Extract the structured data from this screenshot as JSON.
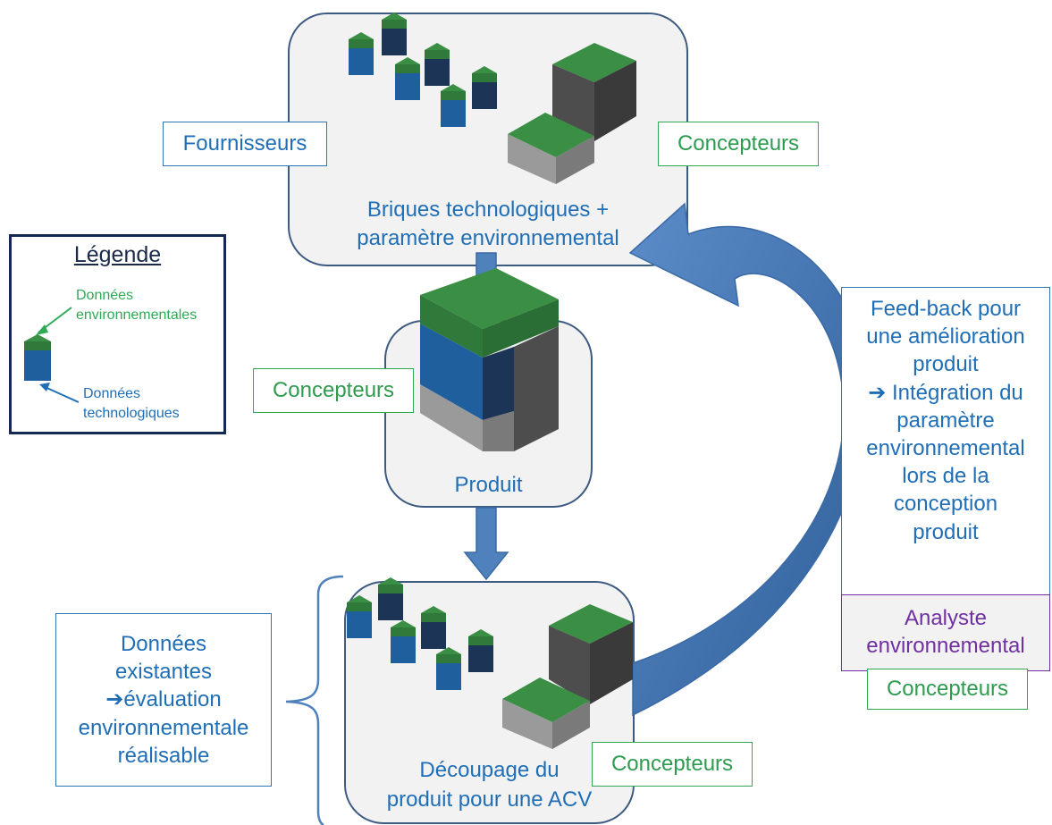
{
  "top_panel": {
    "fournisseurs": "Fournisseurs",
    "concepteurs": "Concepteurs",
    "caption_line1": "Briques technologiques +",
    "caption_line2": "paramètre environnemental"
  },
  "middle_panel": {
    "concepteurs": "Concepteurs",
    "caption": "Produit"
  },
  "bottom_panel": {
    "concepteurs": "Concepteurs",
    "caption_line1": "Découpage du",
    "caption_line2": "produit pour une ACV"
  },
  "existing_data_box": {
    "text": "Données\nexistantes\n➔évaluation\nenvironnementale\nréalisable"
  },
  "legend": {
    "title": "Légende",
    "env_label": "Données\nenvironnementales",
    "tech_label": "Données\ntechnologiques"
  },
  "feedback_box": {
    "text": "Feed-back pour\nune amélioration\nproduit\n➔ Intégration du\nparamètre\nenvironnemental\nlors de la\nconception\nproduit"
  },
  "analyst_box": {
    "text": "Analyste\nenvironnemental"
  },
  "right_concepteurs": {
    "label": "Concepteurs"
  },
  "colors": {
    "panel_fill": "#f2f2f2",
    "panel_border": "#3d5a80",
    "arrow_blue": "#4f81bd",
    "brick_green": "#3a8f45",
    "brick_blue": "#1f5f9e",
    "brick_navy": "#1c3557",
    "brick_dark_gray": "#4d4d4d",
    "brick_light_gray": "#999999",
    "text_blue": "#1f6eb6",
    "text_green": "#2e9b4f",
    "text_purple": "#7030a0"
  }
}
